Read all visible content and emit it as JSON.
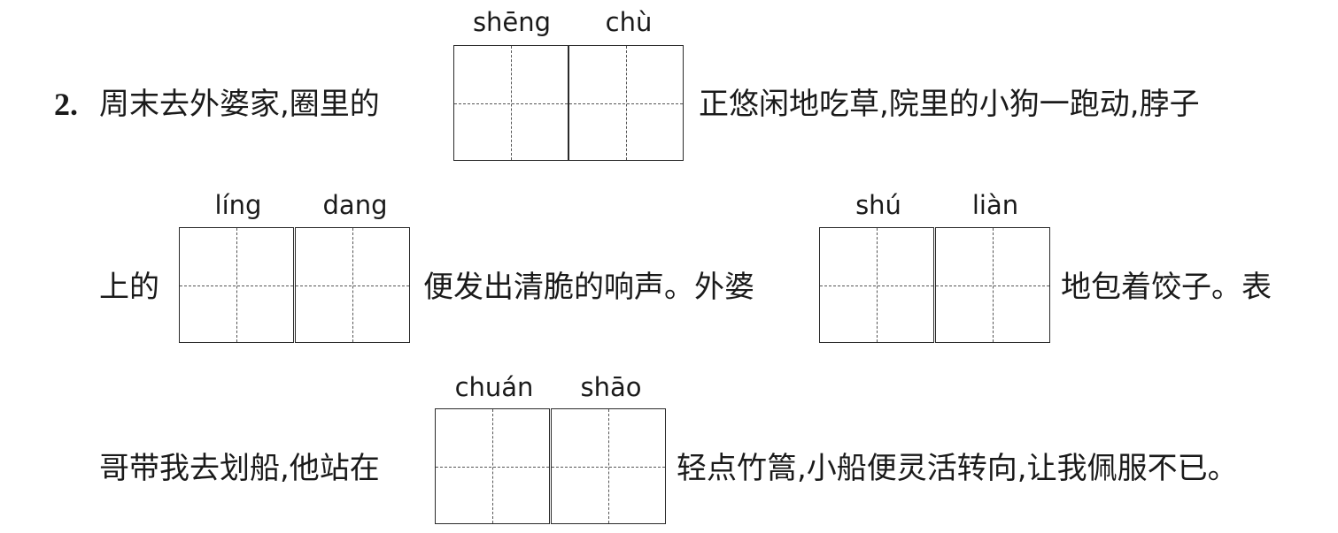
{
  "question": {
    "number": "2.",
    "segments": {
      "s1": "周末去外婆家,圈里的",
      "s2": "正悠闲地吃草,院里的小狗一跑动,脖子",
      "s3": "上的",
      "s4": "便发出清脆的响声。外婆",
      "s5": "地包着饺子。表",
      "s6": "哥带我去划船,他站在",
      "s7": "轻点竹篙,小船便灵活转向,让我佩服不已。"
    },
    "blanks": {
      "b1": {
        "pinyin": [
          "shēng",
          "chù"
        ]
      },
      "b2": {
        "pinyin": [
          "líng",
          "dang"
        ]
      },
      "b3": {
        "pinyin": [
          "shú",
          "liàn"
        ]
      },
      "b4": {
        "pinyin": [
          "chuán",
          "shāo"
        ]
      }
    }
  }
}
